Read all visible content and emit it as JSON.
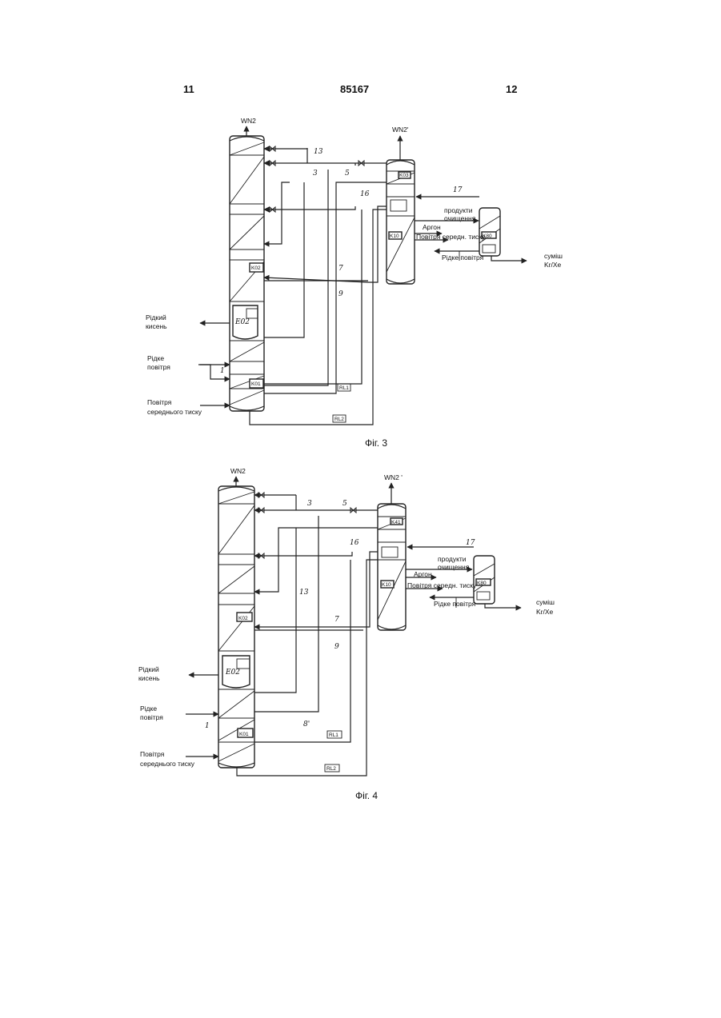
{
  "header": {
    "left_page": "11",
    "center_number": "85167",
    "right_page": "12"
  },
  "fig3": {
    "caption": "Фіг. 3",
    "top_main": "WN2",
    "top_side": "WN2'",
    "liquid_oxygen": [
      "Рідкий",
      "кисень"
    ],
    "liquid_air": [
      "Рідке",
      "повітря"
    ],
    "medium_air": [
      "Повітря",
      "середнього тиску"
    ],
    "purification": [
      "продукти",
      "очищення"
    ],
    "argon": "Аргон",
    "medium_air_side": "Повітря середн. тиску",
    "liquid_air_side": "Рідке повітря",
    "mixture": [
      "суміш",
      "Kr/Xe"
    ],
    "tags": {
      "k01": "K01",
      "k02": "K02",
      "e02": "E02",
      "rl1": "RL1",
      "rl2": "RL2",
      "k03": "K03",
      "k10": "K10",
      "k80": "K80"
    },
    "nums": {
      "n13": "13",
      "n3": "3",
      "n5": "5",
      "n16": "16",
      "n17": "17",
      "n7": "7",
      "n9": "9",
      "n1": "1"
    }
  },
  "fig4": {
    "caption": "Фіг. 4",
    "top_main": "WN2",
    "top_side": "WN2 '",
    "liquid_oxygen": [
      "Рідкий",
      "кисень"
    ],
    "liquid_air": [
      "Рідке",
      "повітря"
    ],
    "medium_air": [
      "Повітря",
      "середнього тиску"
    ],
    "purification": [
      "продукти",
      "очищення"
    ],
    "argon": "Аргон",
    "medium_air_side": "Повітря середн. тиску",
    "liquid_air_side": "Рідке повітря",
    "mixture": [
      "суміш",
      "Kr/Xe"
    ],
    "tags": {
      "k01": "K01",
      "k02": "K02",
      "e02": "E02",
      "rl1": "RL1",
      "rl2": "RL2",
      "k41": "K41",
      "k10": "K10",
      "k80": "K80"
    },
    "nums": {
      "n3": "3",
      "n5": "5",
      "n16": "16",
      "n17": "17",
      "n13": "13",
      "n7": "7",
      "n9": "9",
      "n1": "1",
      "n8": "8'"
    }
  }
}
